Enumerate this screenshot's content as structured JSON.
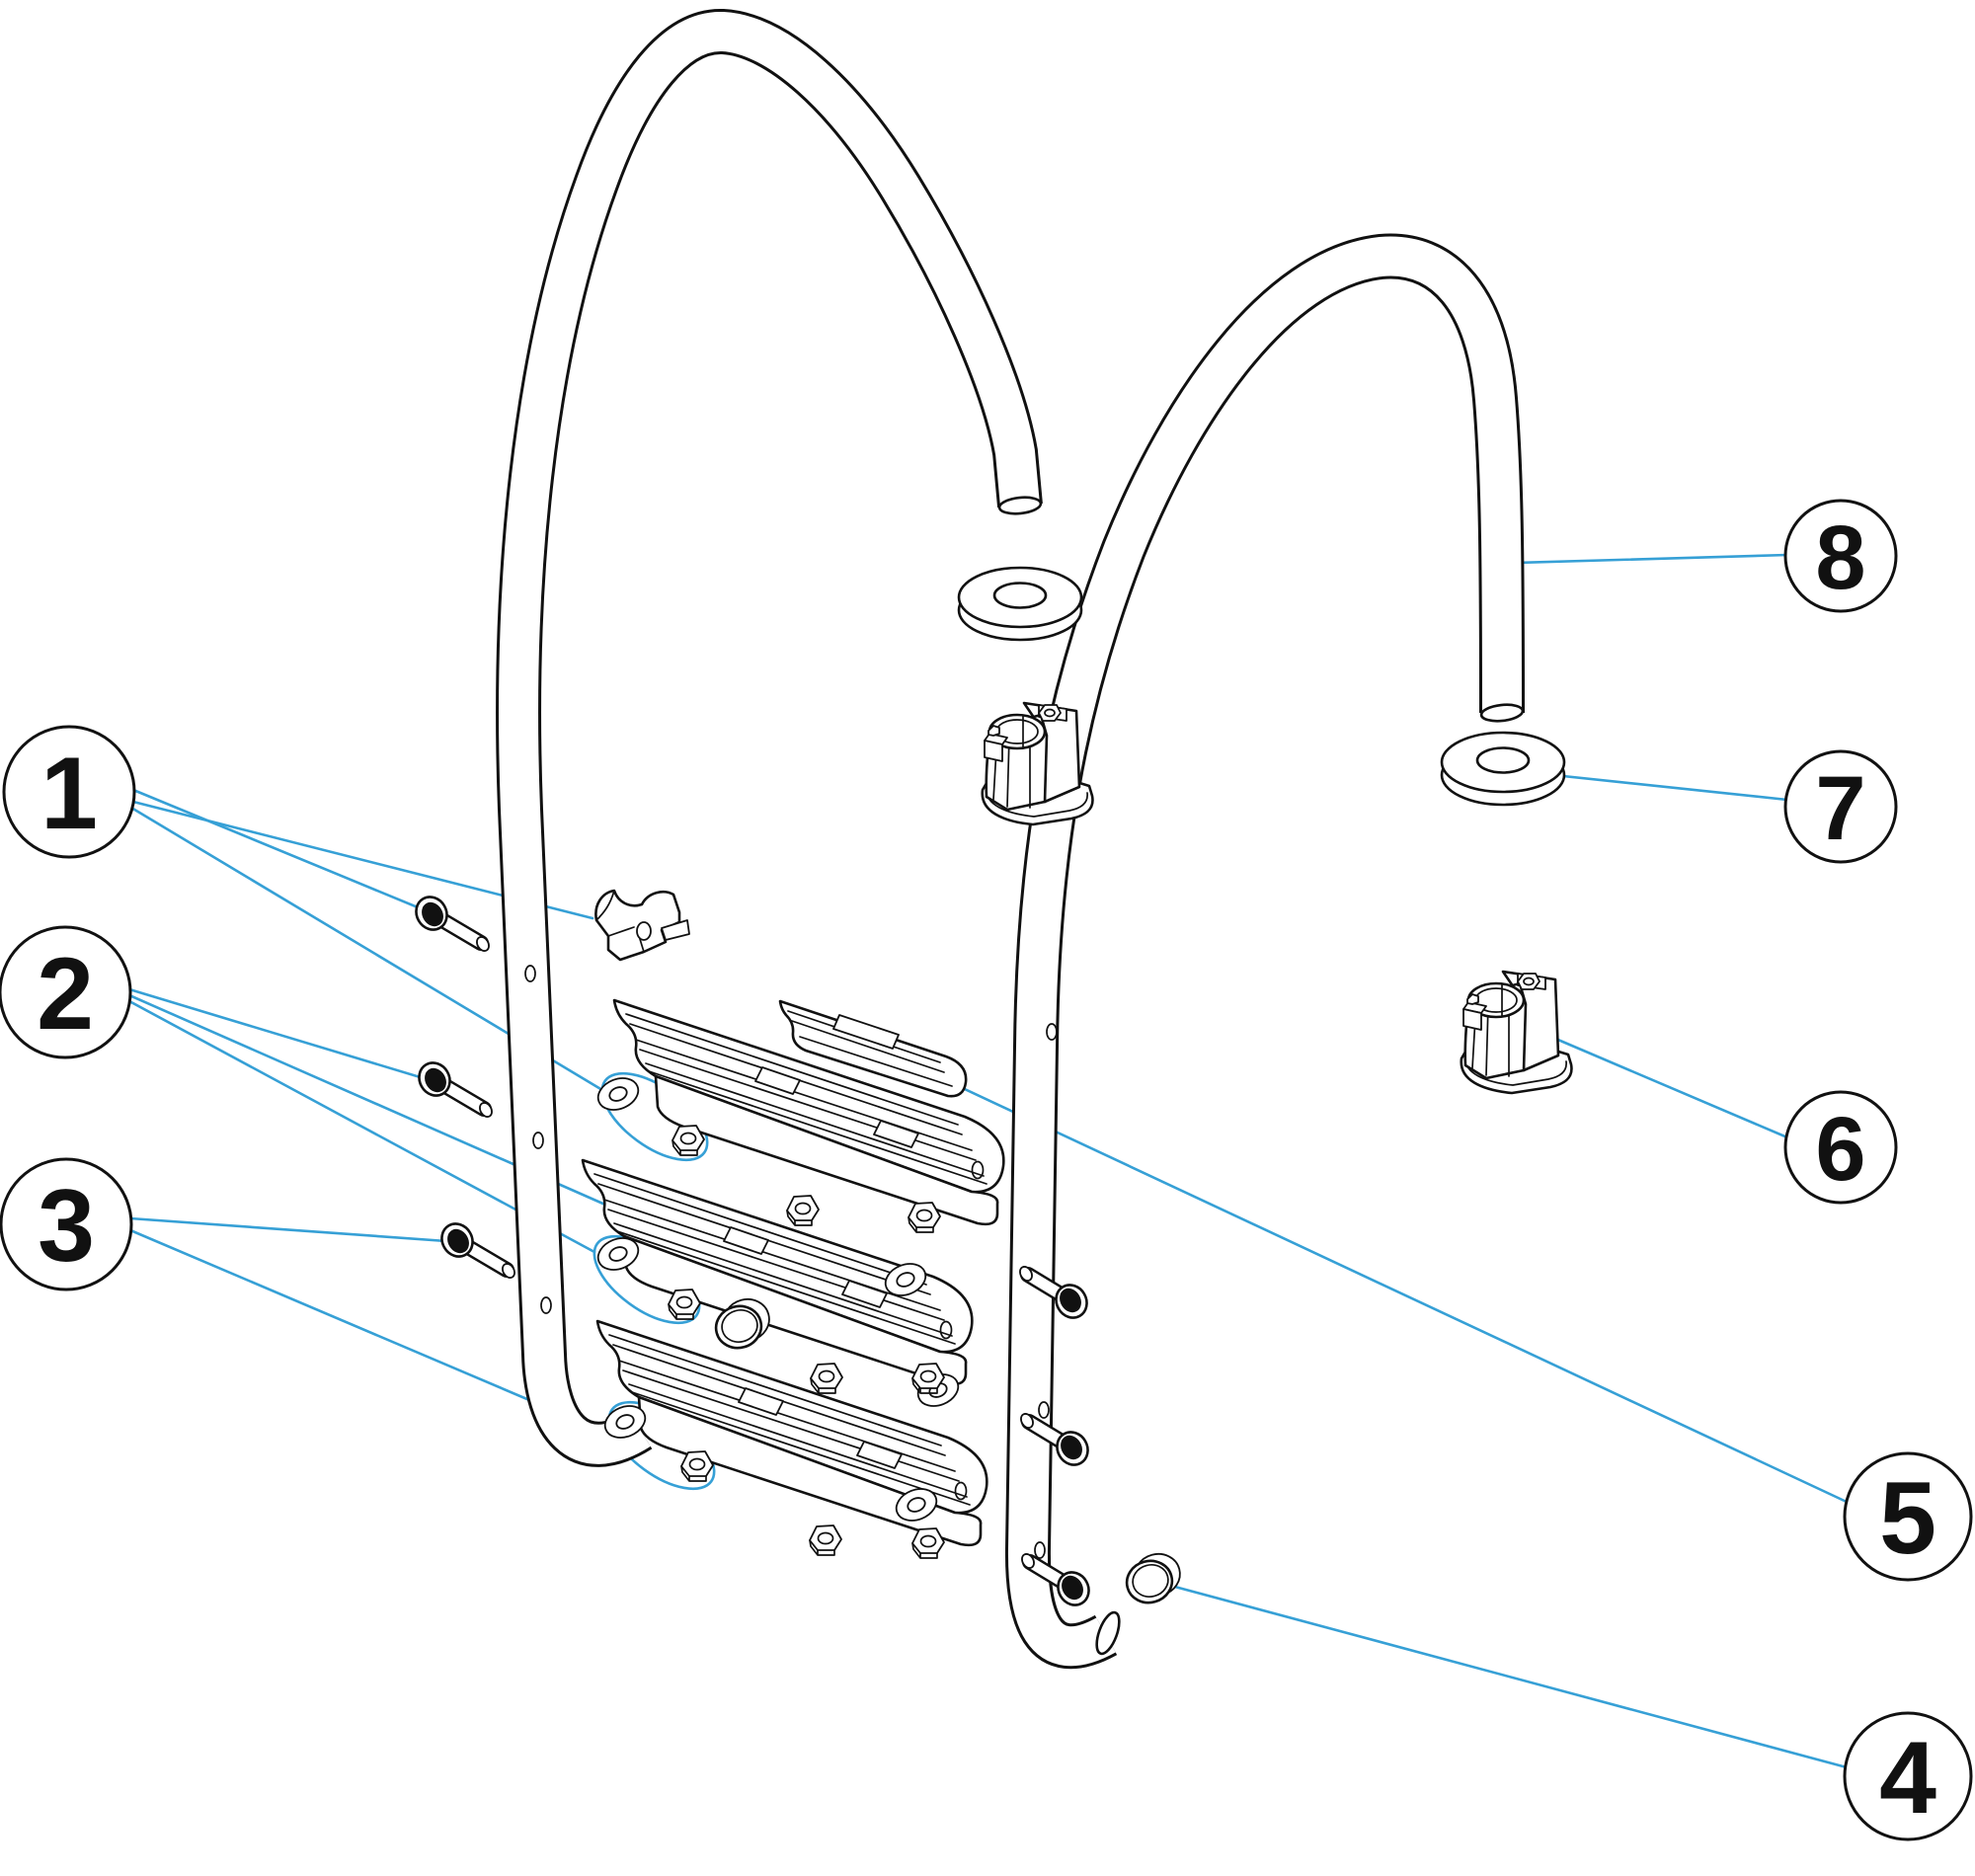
{
  "diagram": {
    "type": "exploded-parts-diagram",
    "subject": "pool-ladder-with-three-steps",
    "background_color": "#ffffff",
    "line_color": "#111111",
    "accent_color": "#36A0D6",
    "callouts": [
      {
        "label": "1",
        "points_to": [
          "bolt-top",
          "step-clamp-bracket",
          "washer-nut-set-1"
        ]
      },
      {
        "label": "2",
        "points_to": [
          "bolt-middle",
          "step-2-left-end",
          "washer-nut-set-2"
        ]
      },
      {
        "label": "3",
        "points_to": [
          "bolt-bottom",
          "washer-nut-set-3"
        ]
      },
      {
        "label": "4",
        "points_to": [
          "tube-end-cap"
        ]
      },
      {
        "label": "5",
        "points_to": [
          "step-tread"
        ]
      },
      {
        "label": "6",
        "points_to": [
          "anchor-socket"
        ]
      },
      {
        "label": "7",
        "points_to": [
          "escutcheon-flange"
        ]
      },
      {
        "label": "8",
        "points_to": [
          "handrail-tube"
        ]
      }
    ]
  }
}
